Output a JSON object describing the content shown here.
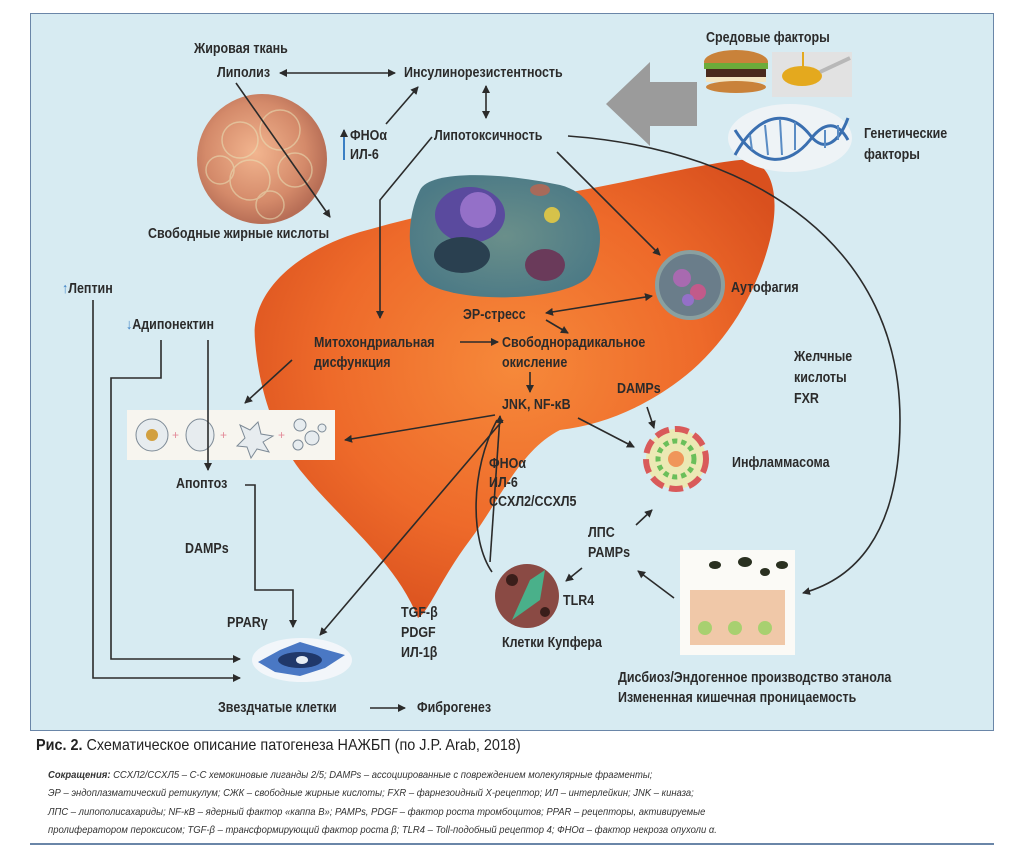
{
  "figure": {
    "labels": {
      "adipose_tissue": "Жировая ткань",
      "lipolysis": "Липолиз",
      "insulin_resistance": "Инсулинорезистентность",
      "lipotoxicity": "Липотоксичность",
      "tnf_alpha_up": "ФНОα",
      "il6_up": "ИЛ-6",
      "free_fatty_acids": "Свободные жирные кислоты",
      "environmental_factors": "Средовые факторы",
      "genetic_factors_1": "Генетические",
      "genetic_factors_2": "факторы",
      "leptin": "Лептин",
      "adiponectin": "Адипонектин",
      "autophagy": "Аутофагия",
      "er_stress": "ЭР-стресс",
      "mito_1": "Митохондриальная",
      "mito_2": "дисфункция",
      "free_radical_1": "Свободнорадикальное",
      "free_radical_2": "окисление",
      "jnk_nfkb": "JNK, NF-κB",
      "damps_right": "DAMPs",
      "bile_1": "Желчные",
      "bile_2": "кислоты",
      "bile_3": "FXR",
      "cytokines_1": "ФНОα",
      "cytokines_2": "ИЛ-6",
      "cytokines_3": "CCХЛ2/CCХЛ5",
      "inflammasome": "Инфламмасома",
      "apoptosis": "Апоптоз",
      "damps_left": "DAMPs",
      "lps": "ЛПС",
      "pamps": "PAMPs",
      "tlr4": "TLR4",
      "kupffer": "Клетки Купфера",
      "ppar_gamma": "PPARγ",
      "growth_1": "TGF-β",
      "growth_2": "PDGF",
      "growth_3": "ИЛ-1β",
      "stellate": "Звездчатые клетки",
      "fibrogenesis": "Фиброгенез",
      "dysbiosis": "Дисбиоз/Эндогенное производство этанола",
      "permeability": "Измененная кишечная проницаемость"
    },
    "arrows": {
      "up": "↑",
      "down": "↓"
    },
    "colors": {
      "background": "#d7ebf2",
      "frame": "#6a86a8",
      "liver": "#f0722c",
      "text": "#2b2b2b",
      "accent_arrow": "#3a7fc4",
      "big_arrow": "#9b9b9b"
    }
  },
  "caption": {
    "prefix": "Рис. 2.",
    "text": "Схематическое описание патогенеза НАЖБП (по J.P. Arab, 2018)"
  },
  "abbreviations": {
    "heading": "Сокращения:",
    "line1": "CCХЛ2/CCХЛ5 – C-C хемокиновые лиганды 2/5; DAMPs – ассоциированные с повреждением молекулярные фрагменты;",
    "line2": "ЭР – эндоплазматический ретикулум; СЖК – свободные жирные кислоты; FXR – фарнезоидный X-рецептор; ИЛ – интерлейкин; JNK – киназа;",
    "line3": "ЛПС – липополисахариды;  NF-κB – ядерный фактор «каппа B»; PAMPs,  PDGF – фактор роста тромбоцитов; PPAR – рецепторы, активируемые",
    "line4": "пролифератором пероксисом; TGF-β – трансформирующий фактор роста β; TLR4 – Toll-подобный рецептор 4; ФНОα – фактор некроза опухоли α."
  }
}
